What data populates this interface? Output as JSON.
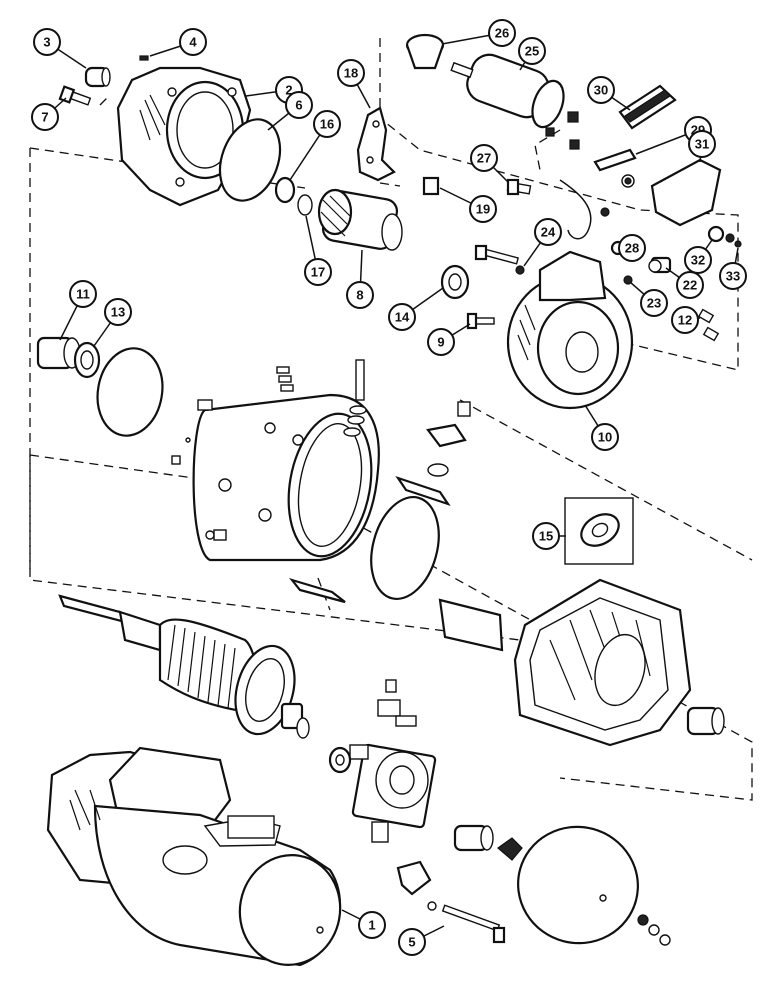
{
  "diagram": {
    "callouts": [
      "1",
      "2",
      "3",
      "4",
      "5",
      "6",
      "7",
      "8",
      "9",
      "10",
      "11",
      "12",
      "13",
      "14",
      "15",
      "16",
      "17",
      "18",
      "19",
      "22",
      "23",
      "24",
      "25",
      "26",
      "27",
      "28",
      "29",
      "30",
      "31",
      "32",
      "33"
    ]
  }
}
